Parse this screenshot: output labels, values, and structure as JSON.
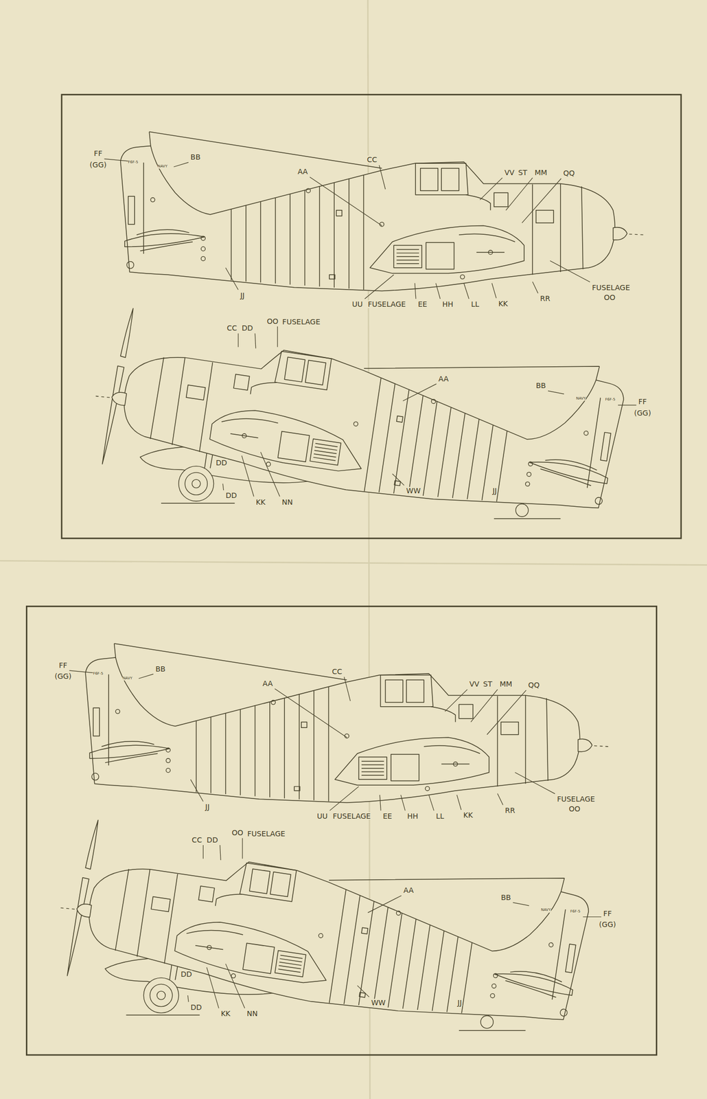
{
  "diagram": {
    "labels": [
      "FF",
      "(GG)",
      "F6F-5",
      "NAVY",
      "BB",
      "AA",
      "CC",
      "VV",
      "ST",
      "MM",
      "QQ",
      "FUSELAGE",
      "OO",
      "RR",
      "KK",
      "LL",
      "HH",
      "EE",
      "FUSELAGE",
      "UU",
      "JJ",
      "CC",
      "DD",
      "OO",
      "FUSELAGE",
      "AA",
      "NAVY",
      "BB",
      "F6F-5",
      "FF",
      "(GG)",
      "WW",
      "JJ",
      "DD",
      "DD",
      "KK",
      "NN",
      "FF",
      "(GG)",
      "F6F-5",
      "NAVY",
      "BB",
      "AA",
      "CC",
      "VV",
      "ST",
      "MM",
      "QQ",
      "FUSELAGE",
      "OO",
      "RR",
      "KK",
      "LL",
      "HH",
      "EE",
      "FUSELAGE",
      "UU",
      "JJ",
      "CC",
      "DD",
      "OO",
      "FUSELAGE",
      "AA",
      "NAVY",
      "BB",
      "F6F-5",
      "FF",
      "(GG)",
      "WW",
      "JJ",
      "DD",
      "DD",
      "KK",
      "NN"
    ]
  }
}
